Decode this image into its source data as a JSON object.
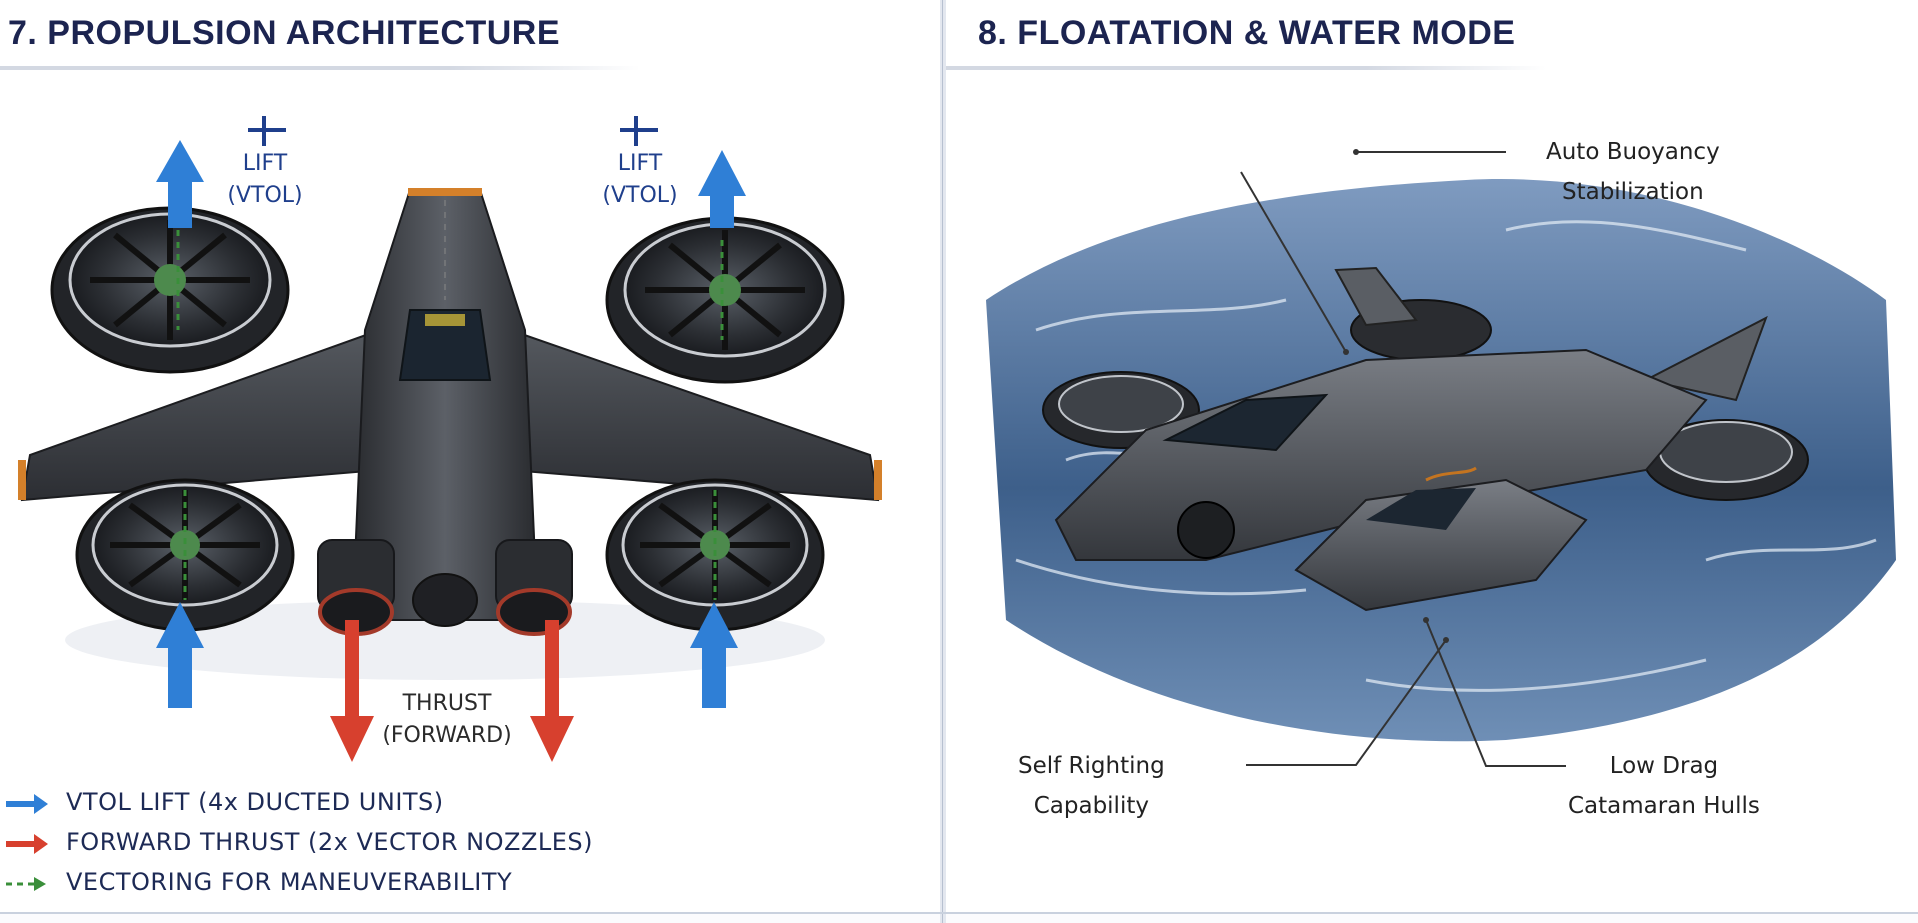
{
  "propulsion": {
    "title": "7. PROPULSION ARCHITECTURE",
    "lift_left": {
      "line1": "LIFT",
      "line2": "(VTOL)"
    },
    "lift_right": {
      "line1": "LIFT",
      "line2": "(VTOL)"
    },
    "thrust": {
      "line1": "THRUST",
      "line2": "(FORWARD)"
    },
    "legend": [
      {
        "icon": "blue-arrow-icon",
        "text": "VTOL LIFT (4x DUCTED UNITS)",
        "color": "#2f7fd6"
      },
      {
        "icon": "red-arrow-icon",
        "text": "FORWARD THRUST (2x VECTOR NOZZLES)",
        "color": "#d7402e"
      },
      {
        "icon": "green-dashed-arrow-icon",
        "text": "VECTORING FOR MANEUVERABILITY",
        "color": "#3a8f3a"
      }
    ]
  },
  "floatation": {
    "title": "8. FLOATATION & WATER MODE",
    "callouts": {
      "buoyancy": {
        "line1": "Auto Buoyancy",
        "line2": "Stabilization"
      },
      "self_righting": {
        "line1": "Self Righting",
        "line2": "Capability"
      },
      "low_drag": {
        "line1": "Low Drag",
        "line2": "Catamaran Hulls"
      }
    }
  },
  "colors": {
    "lift_arrow": "#2f7fd6",
    "thrust_arrow": "#d7402e",
    "vector_arrow": "#3a8f3a",
    "title": "#1c2450",
    "water": "#3d5f8a",
    "hull": "#4a4d52"
  }
}
